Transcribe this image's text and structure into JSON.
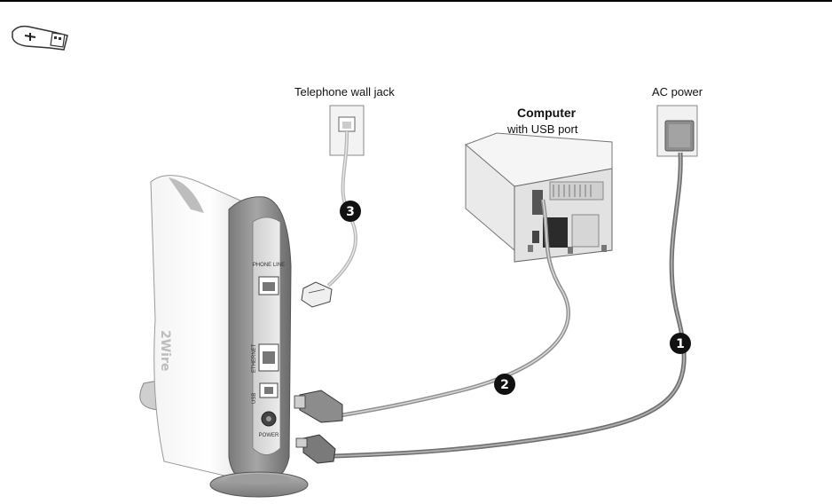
{
  "labels": {
    "telephone_wall_jack": "Telephone wall jack",
    "computer": "Computer",
    "computer_sub": "with USB port",
    "ac_power": "AC power"
  },
  "steps": [
    "1",
    "2",
    "3"
  ],
  "modem_ports": {
    "phone_line": "PHONE LINE",
    "ethernet": "ETHERNET",
    "usb": "USB",
    "power": "POWER"
  },
  "modem_logo": "2Wire"
}
